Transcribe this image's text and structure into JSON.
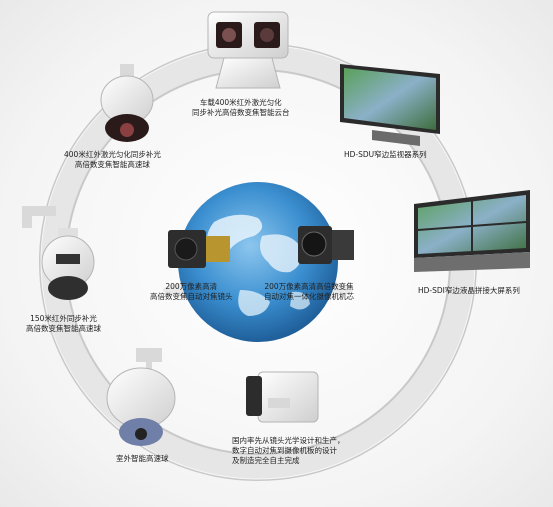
{
  "colors": {
    "ring": "#dedede",
    "ring_edge": "#c8c8c8",
    "globe_ocean": "#3b8fd0",
    "globe_land": "#d9eef8",
    "camera_body": "#f3f3f3",
    "lens_dark": "#2a1a1a",
    "monitor_frame": "#2b2b2b"
  },
  "icons": {
    "pan_tilt": "pan-tilt-camera-icon",
    "speed_dome": "speed-dome-icon",
    "monitor_wall": "monitor-wall-icon",
    "camera_module": "camera-module-icon",
    "box_camera": "box-camera-icon",
    "globe": "globe-icon"
  },
  "labels": {
    "pan_tilt": [
      "车载400米红外激光匀化",
      "同步补光高倍数变焦智能云台"
    ],
    "dome_400": [
      "400米红外激光匀化同步补光",
      "高倍数变焦智能高速球"
    ],
    "monitor_sdu": [
      "HD-SDU窄边监视器系列"
    ],
    "splice_wall": [
      "HD-SDI窄边液晶拼接大屏系列"
    ],
    "dome_150": [
      "150米红外同步补光",
      "高倍数变焦智能高速球"
    ],
    "module_left": [
      "200万像素高清",
      "高倍数变焦自动对焦镜头"
    ],
    "module_right": [
      "200万像素高清高倍数变焦",
      "自动对焦一体化摄像机机芯"
    ],
    "outdoor_dome": [
      "室外智能高速球"
    ],
    "box_camera": [
      "国内率先从镜头光学设计和生产，",
      "数字自动对焦到摄像机板的设计",
      "及制造完全自主完成"
    ]
  }
}
